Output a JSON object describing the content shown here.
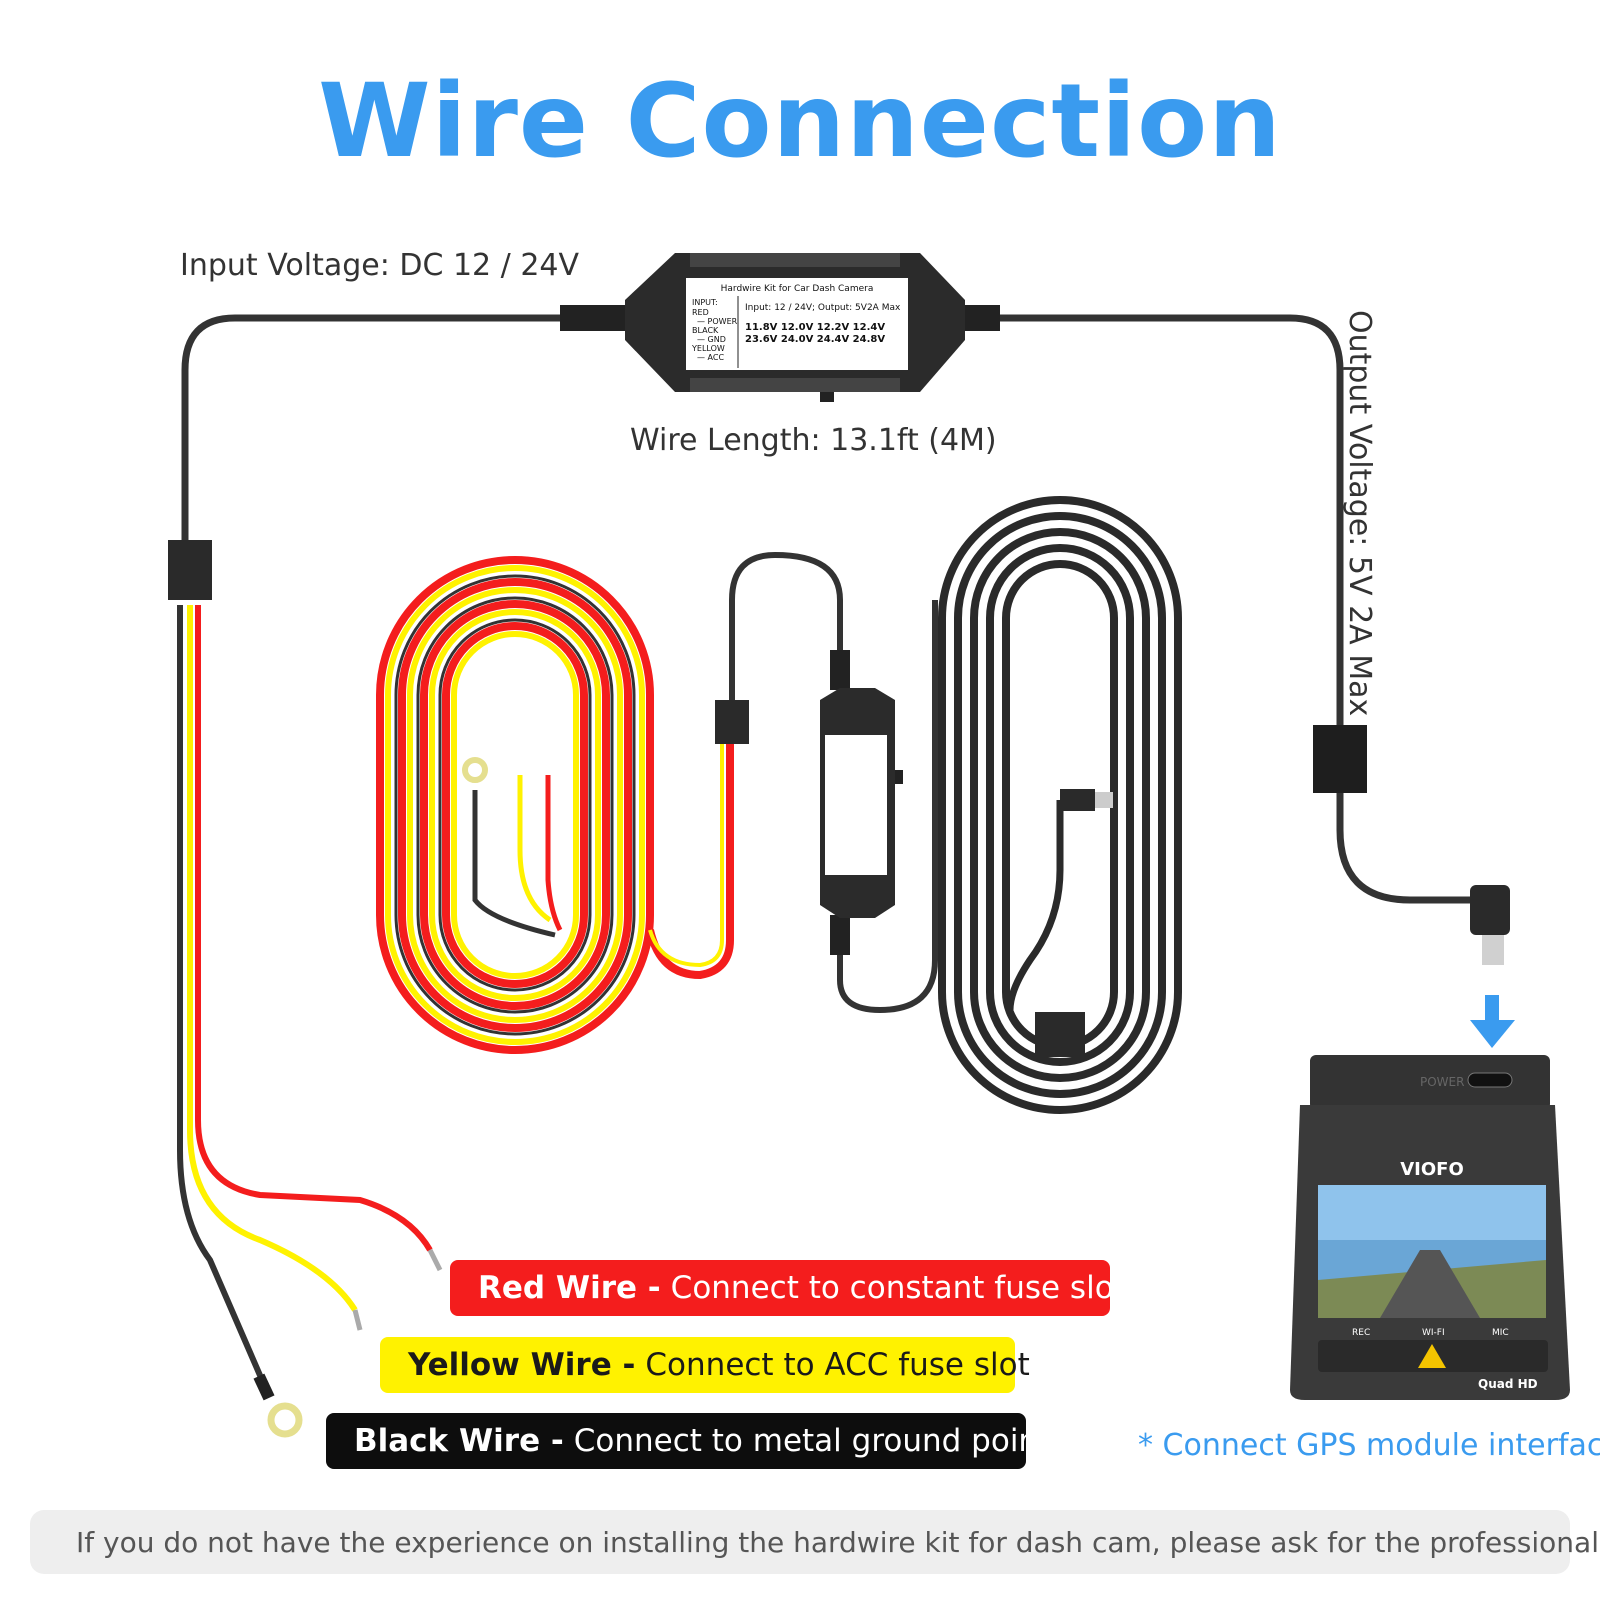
{
  "title": "Wire Connection",
  "specs": {
    "input_voltage": "Input Voltage: DC 12 / 24V",
    "wire_length": "Wire Length: 13.1ft (4M)",
    "output_voltage": "Output Voltage: 5V 2A Max"
  },
  "converter_label": {
    "heading": "Hardwire Kit for Car Dash Camera",
    "input_key": "INPUT:",
    "red": "RED",
    "power": "— POWER",
    "black": "BLACK",
    "gnd": "— GND",
    "yellow": "YELLOW",
    "acc": "— ACC",
    "io": "Input: 12 / 24V; Output: 5V2A Max",
    "row1": "11.8V   12.0V   12.2V   12.4V",
    "row2": "23.6V   24.0V   24.4V   24.8V"
  },
  "wires": [
    {
      "strong": "Red Wire -",
      "text": "Connect to constant fuse slot"
    },
    {
      "strong": "Yellow Wire -",
      "text": "Connect to ACC fuse slot"
    },
    {
      "strong": "Black Wire -",
      "text": "Connect to metal ground point"
    }
  ],
  "camera": {
    "brand": "VIOFO",
    "power": "POWER",
    "rec": "REC",
    "wifi": "WI-FI",
    "mic": "MIC",
    "quad_hd": "Quad HD"
  },
  "gps_note": "* Connect GPS module interface",
  "warning": "If you do not have the experience on installing the hardwire kit for dash cam, please ask for the professional.",
  "colors": {
    "accent_blue": "#3a9bef",
    "red_wire": "#f41d1d",
    "yellow_wire": "#fff200",
    "black_wire": "#0d0d0d"
  }
}
